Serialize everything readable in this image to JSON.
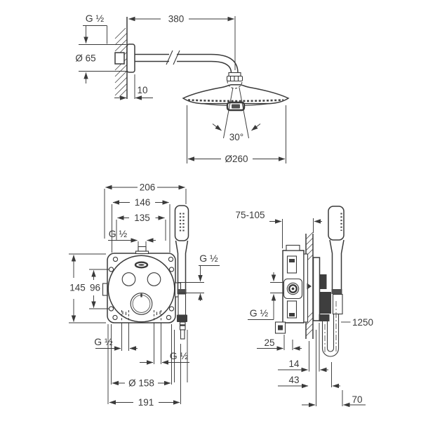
{
  "drawing": {
    "ink_color": "#3a3a3a",
    "background_color": "#ffffff",
    "views": {
      "head_shower": {
        "labels": {
          "thread": "G ½",
          "escutcheon_diameter": "Ø 65",
          "wall_clearance": "10",
          "arm_projection": "380",
          "swivel_angle": "30°",
          "head_diameter": "Ø260"
        }
      },
      "mixer_front": {
        "labels": {
          "overall_width": "206",
          "hole_pitch_h": "146",
          "body_width": "135",
          "top_thread": "G ½",
          "overall_height": "145",
          "hole_pitch_v": "96",
          "outlet_thread": "G ½",
          "bottom_left_thread": "G ½",
          "bottom_right_thread": "G ½",
          "faceplate_diameter": "Ø 158",
          "overall_span": "191"
        }
      },
      "mixer_side": {
        "labels": {
          "installation_depth": "75-105",
          "inlet_thread": "G ½",
          "hose_length": "1250",
          "depth_25": "25",
          "offset_14": "14",
          "offset_43": "43",
          "offset_70": "70"
        }
      }
    }
  }
}
